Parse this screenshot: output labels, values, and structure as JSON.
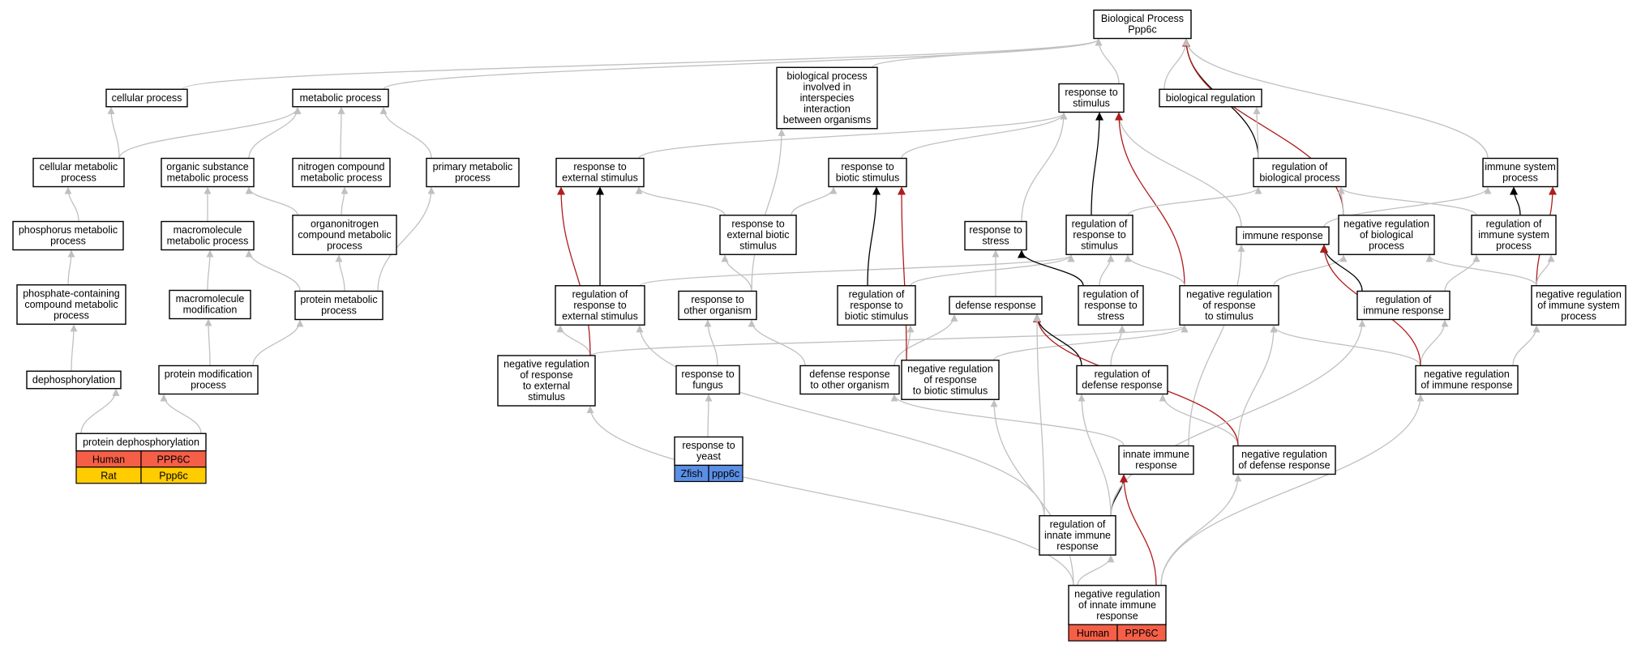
{
  "colors": {
    "gray_edge": "#c0c0c0",
    "black_edge": "#000000",
    "red_edge": "#b01c1c",
    "human": "#f65f47",
    "rat": "#ffcc00",
    "zfish": "#5b8fe6"
  },
  "nodes": [
    {
      "id": "bp",
      "lines": [
        "Biological Process",
        "Ppp6c"
      ]
    },
    {
      "id": "cellular_process",
      "lines": [
        "cellular process"
      ]
    },
    {
      "id": "metabolic_process",
      "lines": [
        "metabolic process"
      ]
    },
    {
      "id": "bp_interspecies",
      "lines": [
        "biological process",
        "involved in",
        "interspecies",
        "interaction",
        "between organisms"
      ]
    },
    {
      "id": "response_to_stimulus",
      "lines": [
        "response to",
        "stimulus"
      ]
    },
    {
      "id": "biological_regulation",
      "lines": [
        "biological regulation"
      ]
    },
    {
      "id": "cellular_metabolic",
      "lines": [
        "cellular metabolic",
        "process"
      ]
    },
    {
      "id": "organic_substance",
      "lines": [
        "organic substance",
        "metabolic process"
      ]
    },
    {
      "id": "nitrogen_compound",
      "lines": [
        "nitrogen compound",
        "metabolic process"
      ]
    },
    {
      "id": "primary_metabolic",
      "lines": [
        "primary metabolic",
        "process"
      ]
    },
    {
      "id": "response_external",
      "lines": [
        "response to",
        "external stimulus"
      ]
    },
    {
      "id": "response_biotic",
      "lines": [
        "response to",
        "biotic stimulus"
      ]
    },
    {
      "id": "regulation_bp",
      "lines": [
        "regulation of",
        "biological process"
      ]
    },
    {
      "id": "immune_system_process",
      "lines": [
        "immune system",
        "process"
      ]
    },
    {
      "id": "phosphorus_metabolic",
      "lines": [
        "phosphorus metabolic",
        "process"
      ]
    },
    {
      "id": "macromolecule_metabolic",
      "lines": [
        "macromolecule",
        "metabolic process"
      ]
    },
    {
      "id": "organonitrogen",
      "lines": [
        "organonitrogen",
        "compound metabolic",
        "process"
      ]
    },
    {
      "id": "response_ext_biotic",
      "lines": [
        "response to",
        "external biotic",
        "stimulus"
      ]
    },
    {
      "id": "response_stress",
      "lines": [
        "response to",
        "stress"
      ]
    },
    {
      "id": "regulation_response_stimulus",
      "lines": [
        "regulation of",
        "response to",
        "stimulus"
      ]
    },
    {
      "id": "immune_response",
      "lines": [
        "immune response"
      ]
    },
    {
      "id": "neg_reg_bp",
      "lines": [
        "negative regulation",
        "of biological",
        "process"
      ]
    },
    {
      "id": "reg_immune_system",
      "lines": [
        "regulation of",
        "immune system",
        "process"
      ]
    },
    {
      "id": "phosphate_containing",
      "lines": [
        "phosphate-containing",
        "compound metabolic",
        "process"
      ]
    },
    {
      "id": "macromolecule_modification",
      "lines": [
        "macromolecule",
        "modification"
      ]
    },
    {
      "id": "protein_metabolic",
      "lines": [
        "protein metabolic",
        "process"
      ]
    },
    {
      "id": "reg_response_external",
      "lines": [
        "regulation of",
        "response to",
        "external stimulus"
      ]
    },
    {
      "id": "response_other_organism",
      "lines": [
        "response to",
        "other organism"
      ]
    },
    {
      "id": "reg_response_biotic",
      "lines": [
        "regulation of",
        "response to",
        "biotic stimulus"
      ]
    },
    {
      "id": "defense_response",
      "lines": [
        "defense response"
      ]
    },
    {
      "id": "reg_response_stress",
      "lines": [
        "regulation of",
        "response to",
        "stress"
      ]
    },
    {
      "id": "neg_reg_response_stimulus",
      "lines": [
        "negative regulation",
        "of response",
        "to stimulus"
      ]
    },
    {
      "id": "reg_immune_response",
      "lines": [
        "regulation of",
        "immune response"
      ]
    },
    {
      "id": "neg_reg_immune_system",
      "lines": [
        "negative regulation",
        "of immune system",
        "process"
      ]
    },
    {
      "id": "dephosphorylation",
      "lines": [
        "dephosphorylation"
      ]
    },
    {
      "id": "protein_modification",
      "lines": [
        "protein modification",
        "process"
      ]
    },
    {
      "id": "neg_reg_response_external",
      "lines": [
        "negative regulation",
        "of response",
        "to external",
        "stimulus"
      ]
    },
    {
      "id": "response_fungus",
      "lines": [
        "response to",
        "fungus"
      ]
    },
    {
      "id": "defense_other_organism",
      "lines": [
        "defense response",
        "to other organism"
      ]
    },
    {
      "id": "neg_reg_response_biotic",
      "lines": [
        "negative regulation",
        "of response",
        "to biotic stimulus"
      ]
    },
    {
      "id": "reg_defense_response",
      "lines": [
        "regulation of",
        "defense response"
      ]
    },
    {
      "id": "neg_reg_immune_response",
      "lines": [
        "negative regulation",
        "of immune response"
      ]
    },
    {
      "id": "protein_dephosphorylation",
      "lines": [
        "protein dephosphorylation"
      ],
      "table": [
        [
          "Human",
          "PPP6C",
          "human"
        ],
        [
          "Rat",
          "Ppp6c",
          "rat"
        ]
      ]
    },
    {
      "id": "response_yeast",
      "lines": [
        "response to",
        "yeast"
      ],
      "table": [
        [
          "Zfish",
          "ppp6c",
          "zfish"
        ]
      ]
    },
    {
      "id": "innate_immune_response",
      "lines": [
        "innate immune",
        "response"
      ]
    },
    {
      "id": "neg_reg_defense_response",
      "lines": [
        "negative regulation",
        "of defense response"
      ]
    },
    {
      "id": "reg_innate_immune",
      "lines": [
        "regulation of",
        "innate immune",
        "response"
      ]
    },
    {
      "id": "neg_reg_innate_immune",
      "lines": [
        "negative regulation",
        "of innate immune",
        "response"
      ],
      "table": [
        [
          "Human",
          "PPP6C",
          "human"
        ]
      ]
    }
  ]
}
